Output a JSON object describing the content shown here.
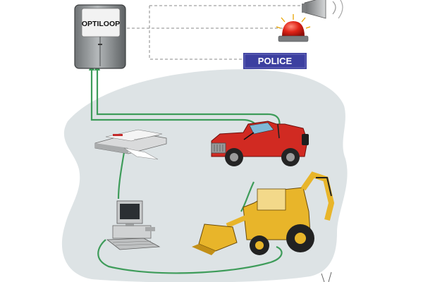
{
  "device": {
    "label": "OPTILOOP"
  },
  "police_sign": {
    "label": "POLICE"
  },
  "colors": {
    "cable": "#3e9c5a",
    "ground": "#dde3e5",
    "device_body": "#8d9193",
    "police_blue": "#3c3fa0",
    "jeep_red": "#d12a22",
    "backhoe_yellow": "#e8b52a",
    "beacon_red": "#e02418"
  },
  "icons": [
    "loop-controller-device",
    "siren-speaker-icon",
    "beacon-light-icon",
    "printer-icon",
    "jeep-icon",
    "computer-icon",
    "backhoe-icon"
  ]
}
